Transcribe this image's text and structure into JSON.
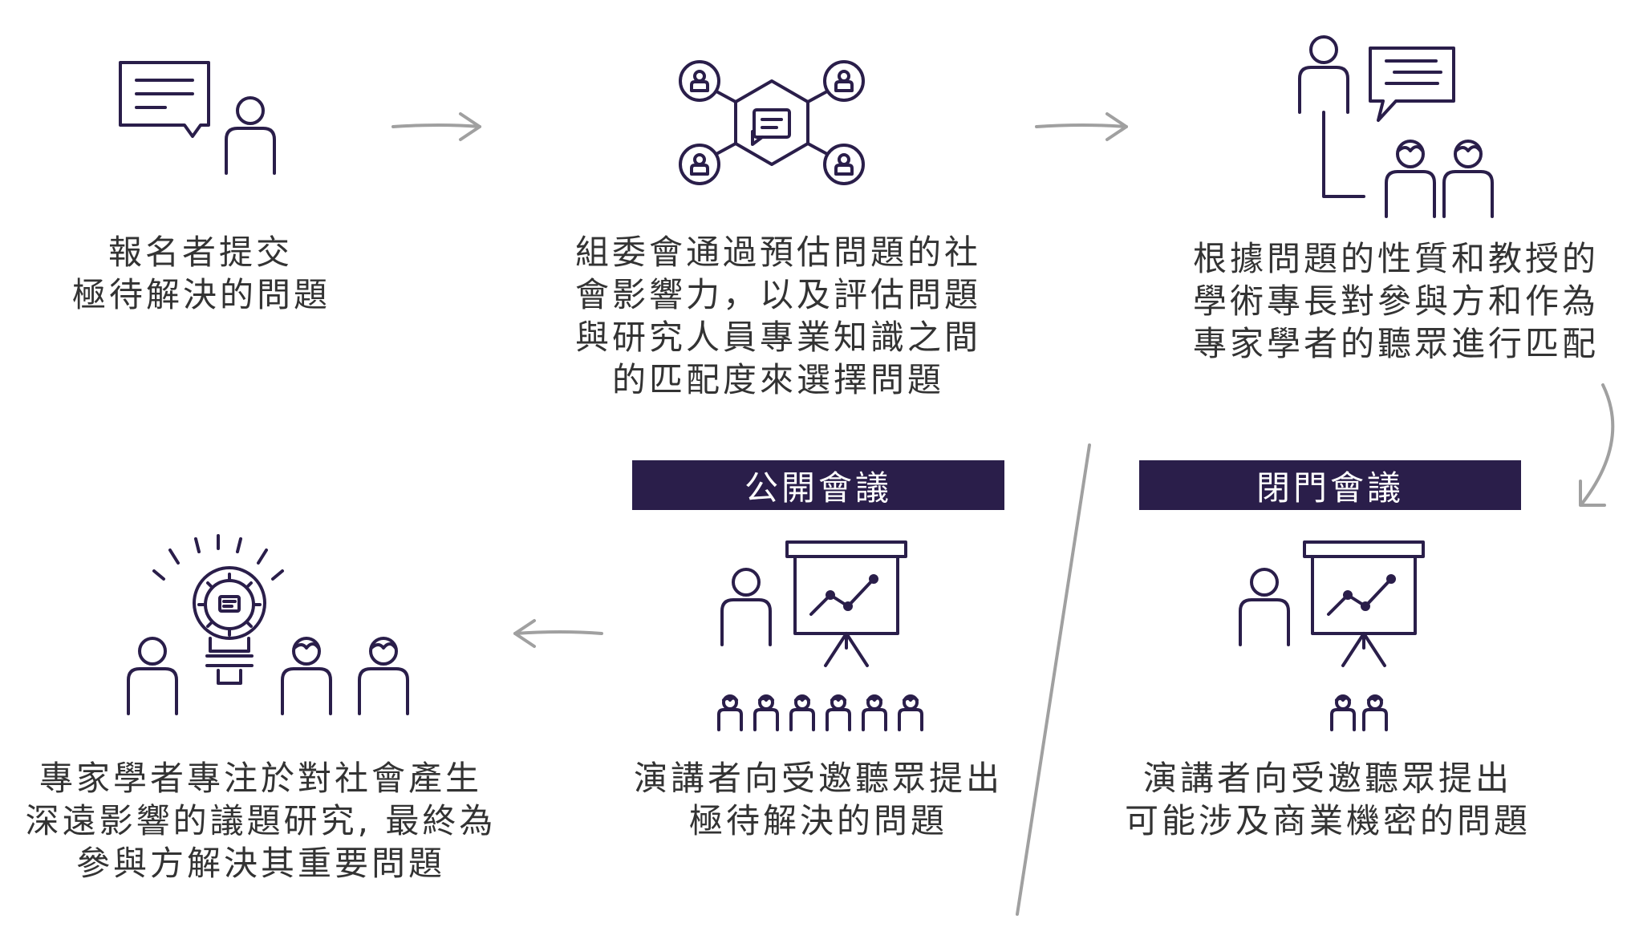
{
  "diagram": {
    "colors": {
      "ink": "#2a1e4a",
      "arrow": "#a0a0a0",
      "text": "#333333"
    },
    "steps": [
      {
        "id": "submit",
        "icon": "person-with-speech-bubble-icon",
        "lines": [
          "報名者提交",
          "極待解決的問題"
        ]
      },
      {
        "id": "select",
        "icon": "network-hexagon-people-icon",
        "lines": [
          "組委會通過預估問題的社",
          "會影響力，以及評估問題",
          "與研究人員專業知識之間",
          "的匹配度來選擇問題"
        ]
      },
      {
        "id": "match",
        "icon": "presenter-audience-match-icon",
        "lines": [
          "根據問題的性質和教授的",
          "學術專長對參與方和作為",
          "專家學者的聽眾進行匹配"
        ]
      },
      {
        "id": "closed",
        "icon": "presentation-small-audience-icon",
        "banner": "閉門會議",
        "lines": [
          "演講者向受邀聽眾提出",
          "可能涉及商業機密的問題"
        ]
      },
      {
        "id": "open",
        "icon": "presentation-large-audience-icon",
        "banner": "公開會議",
        "lines": [
          "演講者向受邀聽眾提出",
          "極待解決的問題"
        ]
      },
      {
        "id": "research",
        "icon": "lightbulb-experts-icon",
        "lines": [
          "專家學者專注於對社會產生",
          "深遠影響的議題研究, 最終為",
          "參與方解決其重要問題"
        ]
      }
    ]
  }
}
